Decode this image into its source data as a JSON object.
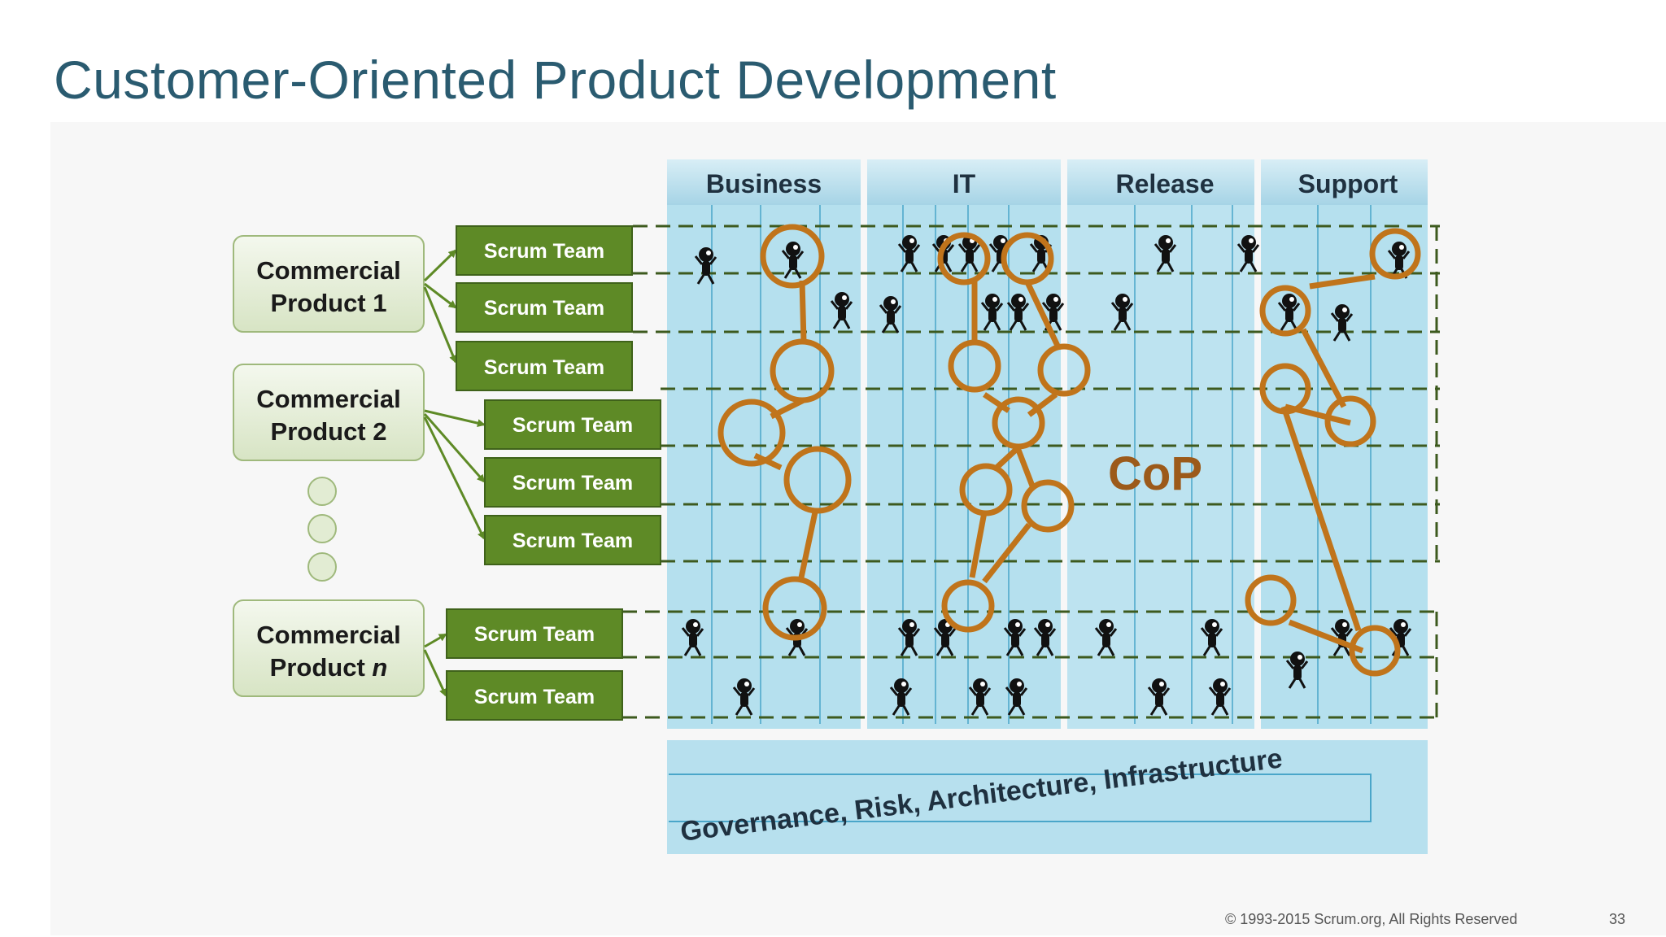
{
  "title": "Customer-Oriented Product Development",
  "columns": [
    "Business",
    "IT",
    "Release",
    "Support"
  ],
  "products": [
    {
      "line1": "Commercial",
      "line2": "Product 1",
      "italic": ""
    },
    {
      "line1": "Commercial",
      "line2": "Product 2",
      "italic": ""
    },
    {
      "line1": "Commercial",
      "line2": "Product ",
      "italic": "n"
    }
  ],
  "scrum_team_label": "Scrum Team",
  "cop_label": "CoP",
  "governance_label": "Governance, Risk, Architecture, Infrastructure",
  "footer": {
    "copyright": "© 1993-2015 Scrum.org, All Rights Reserved",
    "page_number": "33"
  },
  "colors": {
    "title": "#2a5b70",
    "team_box": "#5e8a26",
    "product_box": "#e6efd8",
    "column": "#b7e1ef",
    "network": "#c0741b",
    "dashed": "#3d5a1e"
  }
}
